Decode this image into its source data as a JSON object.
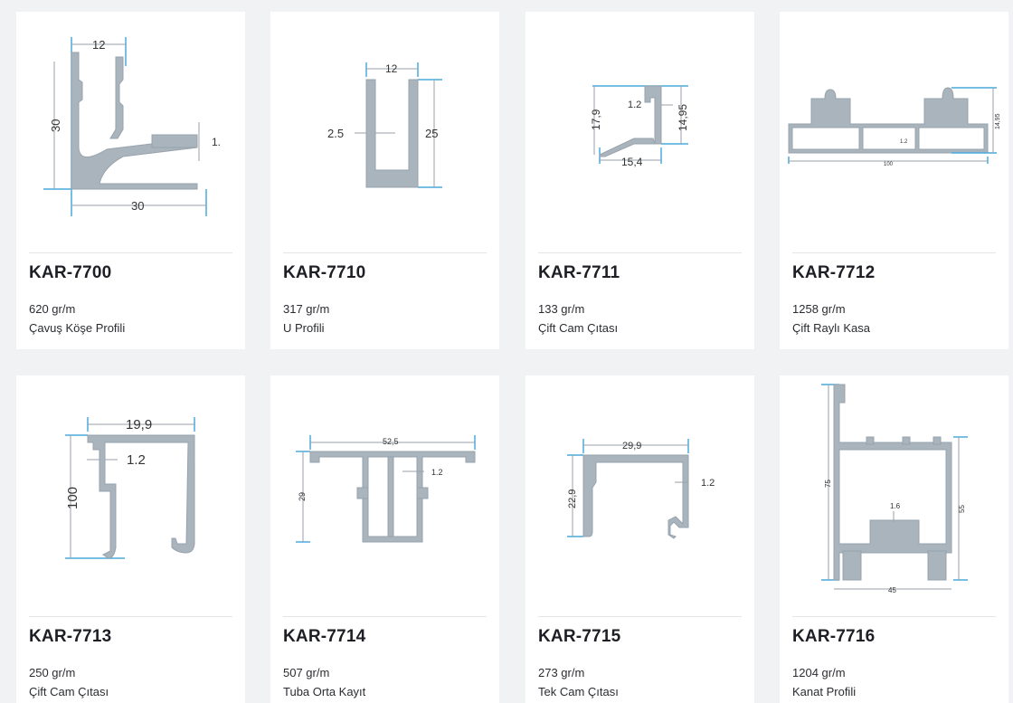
{
  "products": [
    {
      "code": "KAR-7700",
      "weight": "620 gr/m",
      "name": "Çavuş Köşe Profili",
      "icon": "corner-profile-drawing",
      "dims": [
        "12",
        "30",
        "30",
        "1."
      ]
    },
    {
      "code": "KAR-7710",
      "weight": "317 gr/m",
      "name": "U Profili",
      "icon": "u-profile-drawing",
      "dims": [
        "12",
        "2.5",
        "25"
      ]
    },
    {
      "code": "KAR-7711",
      "weight": "133 gr/m",
      "name": "Çift Cam Çıtası",
      "icon": "double-glass-bead-drawing",
      "dims": [
        "1.2",
        "17,9",
        "14,95",
        "15,4"
      ]
    },
    {
      "code": "KAR-7712",
      "weight": "1258 gr/m",
      "name": "Çift Raylı Kasa",
      "icon": "double-rail-frame-drawing",
      "dims": [
        "1.2",
        "100",
        "14,95"
      ]
    },
    {
      "code": "KAR-7713",
      "weight": "250 gr/m",
      "name": "Çift Cam Çıtası",
      "icon": "double-glass-bead-drawing",
      "dims": [
        "19,9",
        "1.2",
        "100"
      ]
    },
    {
      "code": "KAR-7714",
      "weight": "507 gr/m",
      "name": "Tuba Orta Kayıt",
      "icon": "mullion-profile-drawing",
      "dims": [
        "52,5",
        "1.2",
        "29"
      ]
    },
    {
      "code": "KAR-7715",
      "weight": "273 gr/m",
      "name": "Tek Cam Çıtası",
      "icon": "single-glass-bead-drawing",
      "dims": [
        "29,9",
        "1.2",
        "22,9"
      ]
    },
    {
      "code": "KAR-7716",
      "weight": "1204 gr/m",
      "name": "Kanat Profili",
      "icon": "sash-profile-drawing",
      "dims": [
        "75",
        "55",
        "1.6",
        "45"
      ]
    }
  ]
}
